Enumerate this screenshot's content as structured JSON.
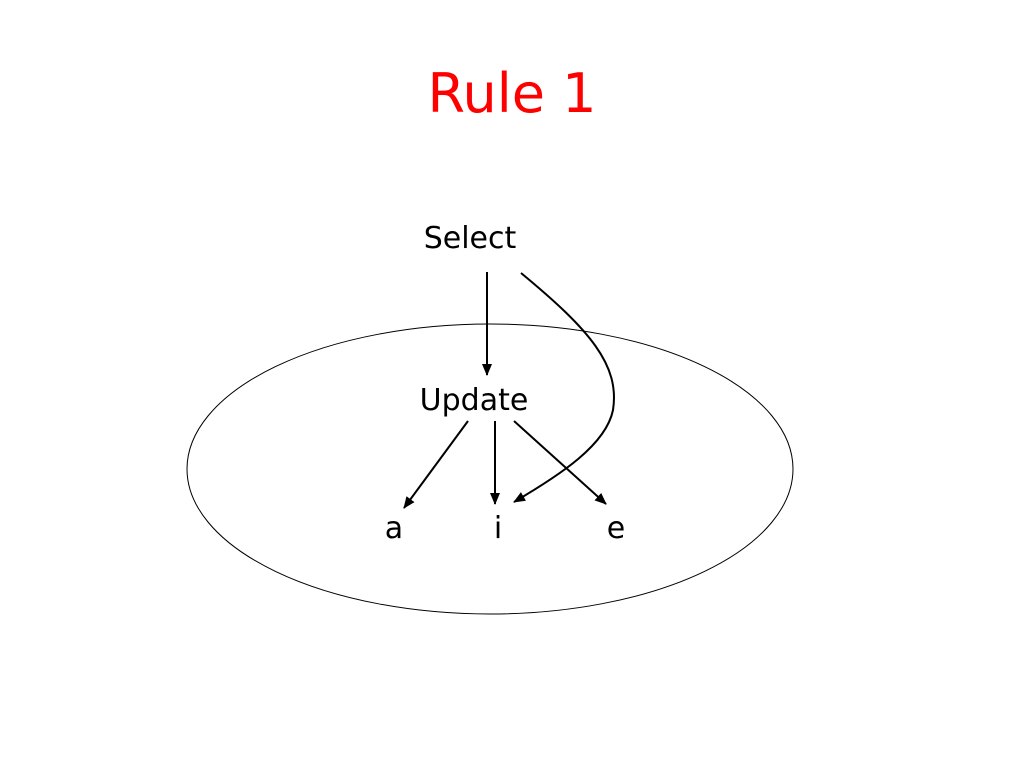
{
  "slide": {
    "title": "Rule 1",
    "title_color": "#ff0000"
  },
  "diagram": {
    "nodes": {
      "select": "Select",
      "update": "Update",
      "a": "a",
      "i": "i",
      "e": "e"
    },
    "edges": [
      {
        "from": "select",
        "to": "update"
      },
      {
        "from": "select",
        "to": "i"
      },
      {
        "from": "update",
        "to": "a"
      },
      {
        "from": "update",
        "to": "i"
      },
      {
        "from": "update",
        "to": "e"
      }
    ],
    "region": "ellipse enclosing update, a, i, e"
  }
}
